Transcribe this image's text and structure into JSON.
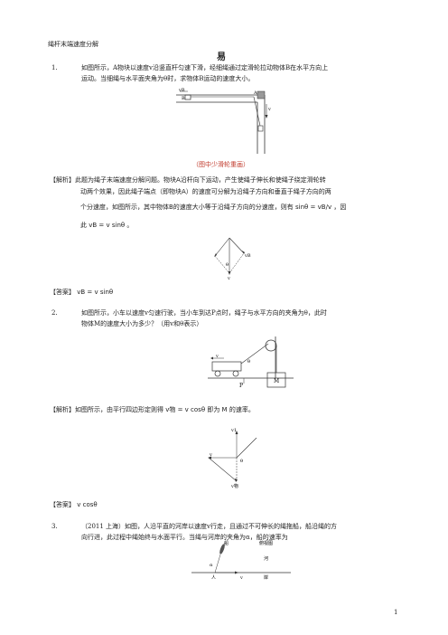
{
  "header": {
    "doc_title": "绳杆末端速度分解",
    "level": "易",
    "page_number": "1"
  },
  "q1": {
    "num": "1.",
    "line1": "如图所示，A物块以速度v沿竖直杆匀速下滑，经细绳通过定滑轮拉动物体B在水平方向上",
    "line2": "运动。当细绳与水平面夹角为θ时，求物体B运动的速度大小。",
    "fig_caption": "（图中少滑轮重画）",
    "fig_labels": {
      "vb": "vB",
      "b": "B",
      "a": "A",
      "v": "v"
    },
    "analysis_line1": "【解析】此题为绳子末端速度分解问题。物块A沿杆向下运动，产生使绳子伸长和使绳子绕定滑轮转",
    "analysis_line2": "动两个效果，因此绳子端点（即物块A）的速度可分解为沿绳子方向和垂直于绳子方向的两",
    "analysis_line3": "个分速度，如图所示，其中物体B的速度大小等于沿绳子方向的分速度，则有 sinθ = vB/v ，因",
    "analysis_line4": "此 vB = v sinθ 。",
    "vec_labels": {
      "vb": "vB",
      "theta": "θ",
      "v": "v"
    },
    "answer": "【答案】 vB = v sinθ"
  },
  "q2": {
    "num": "2.",
    "line1": "如图所示，小车以速度v匀速行驶，当小车到达P点时，绳子与水平方向的夹角为θ，此时",
    "line2": "物体M的速度大小为多少？（用v和θ表示）",
    "fig_labels": {
      "v": "v",
      "theta": "θ",
      "p": "P",
      "m": "M"
    },
    "analysis": "【解析】如图所示，由平行四边形定则得 v物 = v cosθ 即为 M 的速率。",
    "vec_labels": {
      "v1": "v1",
      "v": "v",
      "theta": "θ",
      "v2": "v物"
    },
    "answer": "【答案】 v cosθ"
  },
  "q3": {
    "num": "3.",
    "line1": "（2011 上海）如图，人沿平直的河岸以速度v行走，且通过不可伸长的绳拖船，船沿绳的方",
    "line2": "向行进，此过程中绳始终与水面平行。当绳与河岸的夹角为α，船的速率为",
    "fig_labels": {
      "boat": "船",
      "fig_name": "俯视图",
      "river": "河",
      "alpha": "α",
      "person": "人",
      "v": "v",
      "bank": "岸"
    }
  }
}
